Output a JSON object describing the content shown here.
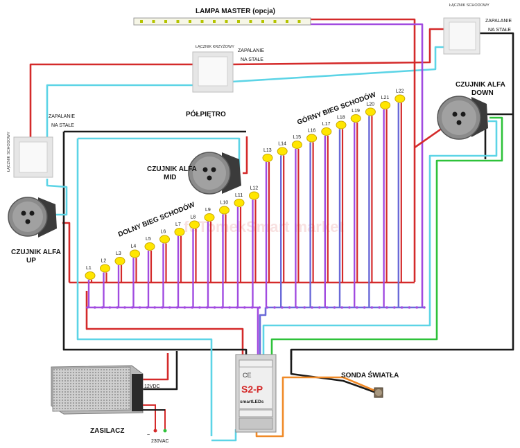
{
  "top_lamp_label": "LAMPA MASTER (opcja)",
  "switches": {
    "cross_name": "ŁĄCZNIK KRZYŻOWY",
    "stair_name": "ŁĄCZNIK SCHODOWY",
    "mode_line1": "ZAPALANIE",
    "mode_line2": "NA STAŁE"
  },
  "landing_label": "PÓŁPIĘTRO",
  "upper_flight_label": "GÓRNY BIEG SCHODÓW",
  "lower_flight_label": "DOLNY BIEG SCHODÓW",
  "sensors": {
    "down_line1": "CZUJNIK ALFA",
    "down_line2": "DOWN",
    "mid_line1": "CZUJNIK ALFA",
    "mid_line2": "MID",
    "up_line1": "CZUJNIK ALFA",
    "up_line2": "UP"
  },
  "leds": [
    "L1",
    "L2",
    "L3",
    "L4",
    "L5",
    "L6",
    "L7",
    "L8",
    "L9",
    "L10",
    "L11",
    "L12",
    "L13",
    "L14",
    "L15",
    "L16",
    "L17",
    "L18",
    "L19",
    "L20",
    "L21",
    "L22"
  ],
  "controller": {
    "model": "S2-P",
    "brand": "smartLEDs",
    "ce": "CE"
  },
  "power_supply": {
    "label": "ZASILACZ",
    "dc": "12VDC",
    "ac": "230VAC",
    "ac_symbol": "~"
  },
  "light_probe_label": "SONDA ŚWIATŁA",
  "watermark": "fuTomekSmart market",
  "colors": {
    "red": "#d42a2a",
    "black": "#1a1a1a",
    "cyan": "#5cd4e6",
    "purple": "#a14be0",
    "blue": "#6a6ad8",
    "green": "#2ec23a",
    "orange": "#f08a28",
    "led": "#ffe600"
  }
}
